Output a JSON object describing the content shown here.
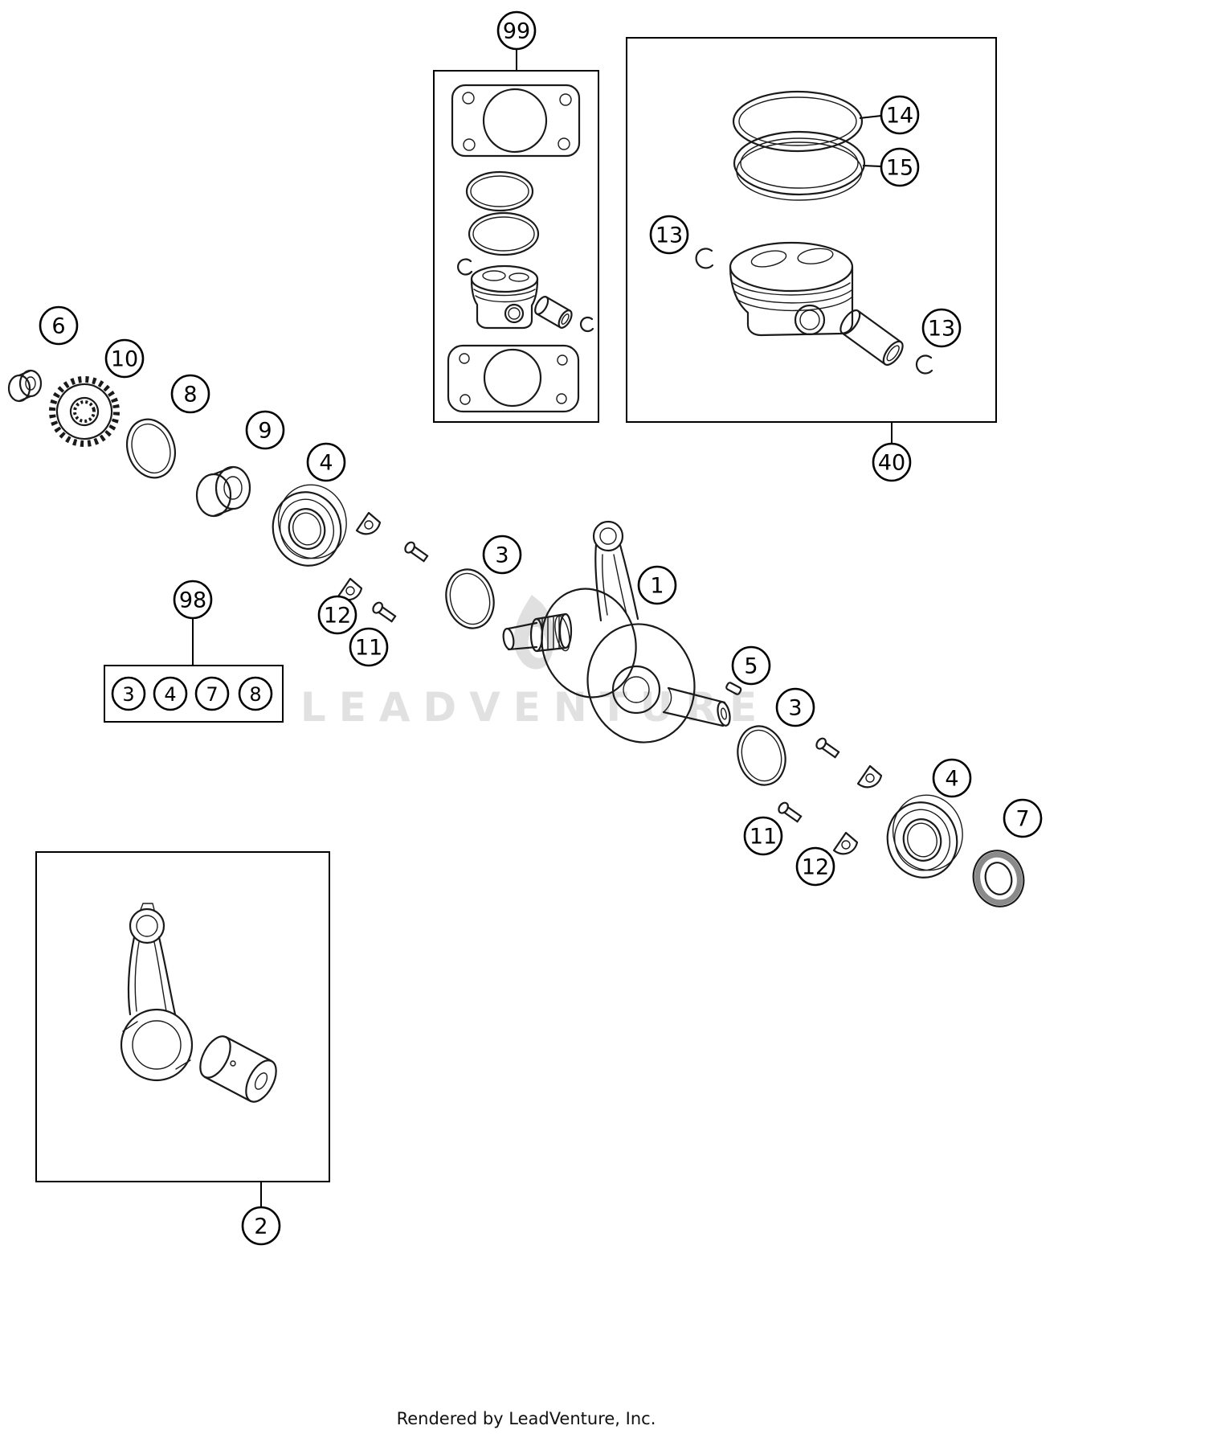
{
  "diagram": {
    "watermark": "LEADVENTURE",
    "footer": "Rendered by LeadVenture, Inc."
  },
  "callouts": {
    "c99": "99",
    "c14": "14",
    "c15": "15",
    "c13a": "13",
    "c13b": "13",
    "c40": "40",
    "c6": "6",
    "c10": "10",
    "c8": "8",
    "c9": "9",
    "c4a": "4",
    "c3a": "3",
    "c1": "1",
    "c98": "98",
    "c12a": "12",
    "c11a": "11",
    "c5": "5",
    "c3b": "3",
    "c98_3": "3",
    "c98_4": "4",
    "c98_7": "7",
    "c98_8": "8",
    "c11b": "11",
    "c12b": "12",
    "c4b": "4",
    "c7": "7",
    "c2": "2"
  }
}
